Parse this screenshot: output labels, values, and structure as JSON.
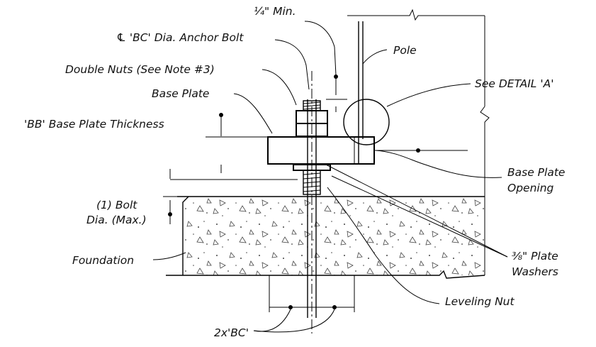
{
  "labels": {
    "min_quarter": "¼\" Min.",
    "anchor_bolt": "'BC' Dia. Anchor Bolt",
    "centerline_symbol": "℄",
    "pole": "Pole",
    "double_nuts": "Double Nuts (See Note #3)",
    "see_detail": "See DETAIL 'A'",
    "base_plate": "Base Plate",
    "bb_thickness": "'BB' Base Plate Thickness",
    "base_plate_opening_1": "Base Plate",
    "base_plate_opening_2": "Opening",
    "bolt_dia_1": "(1) Bolt",
    "bolt_dia_2": "Dia. (Max.)",
    "foundation": "Foundation",
    "plate_washers_1": "⅜\" Plate",
    "plate_washers_2": "Washers",
    "leveling_nut": "Leveling Nut",
    "two_bc": "2x'BC'"
  }
}
